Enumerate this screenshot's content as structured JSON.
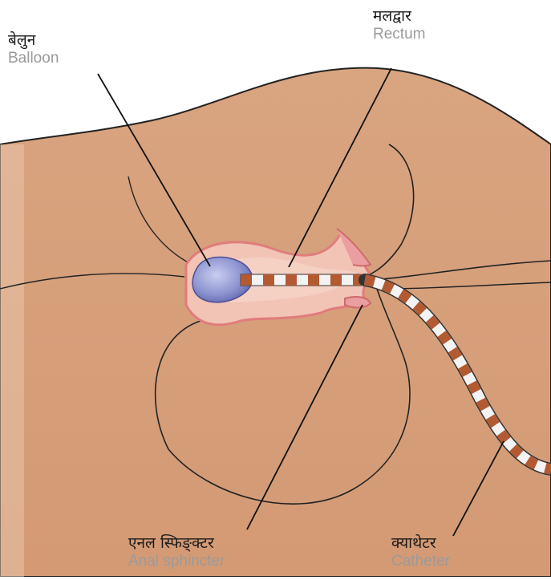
{
  "labels": {
    "balloon": {
      "hindi": "बेलुन",
      "english": "Balloon"
    },
    "rectum": {
      "hindi": "मलद्वार",
      "english": "Rectum"
    },
    "sphincter": {
      "hindi": "एनल स्फिङ्क्टर",
      "english": "Anal sphincter"
    },
    "catheter": {
      "hindi": "क्याथेटर",
      "english": "Catheter"
    }
  },
  "colors": {
    "skin": "#d7a07c",
    "skin_shadow": "#b98363",
    "outline": "#222222",
    "rectum_pink": "#f2c2b4",
    "rectum_wall": "#e58a8a",
    "balloon": "#7f86c4",
    "catheter_brown": "#b35a32",
    "catheter_white": "#f3f3f3"
  }
}
